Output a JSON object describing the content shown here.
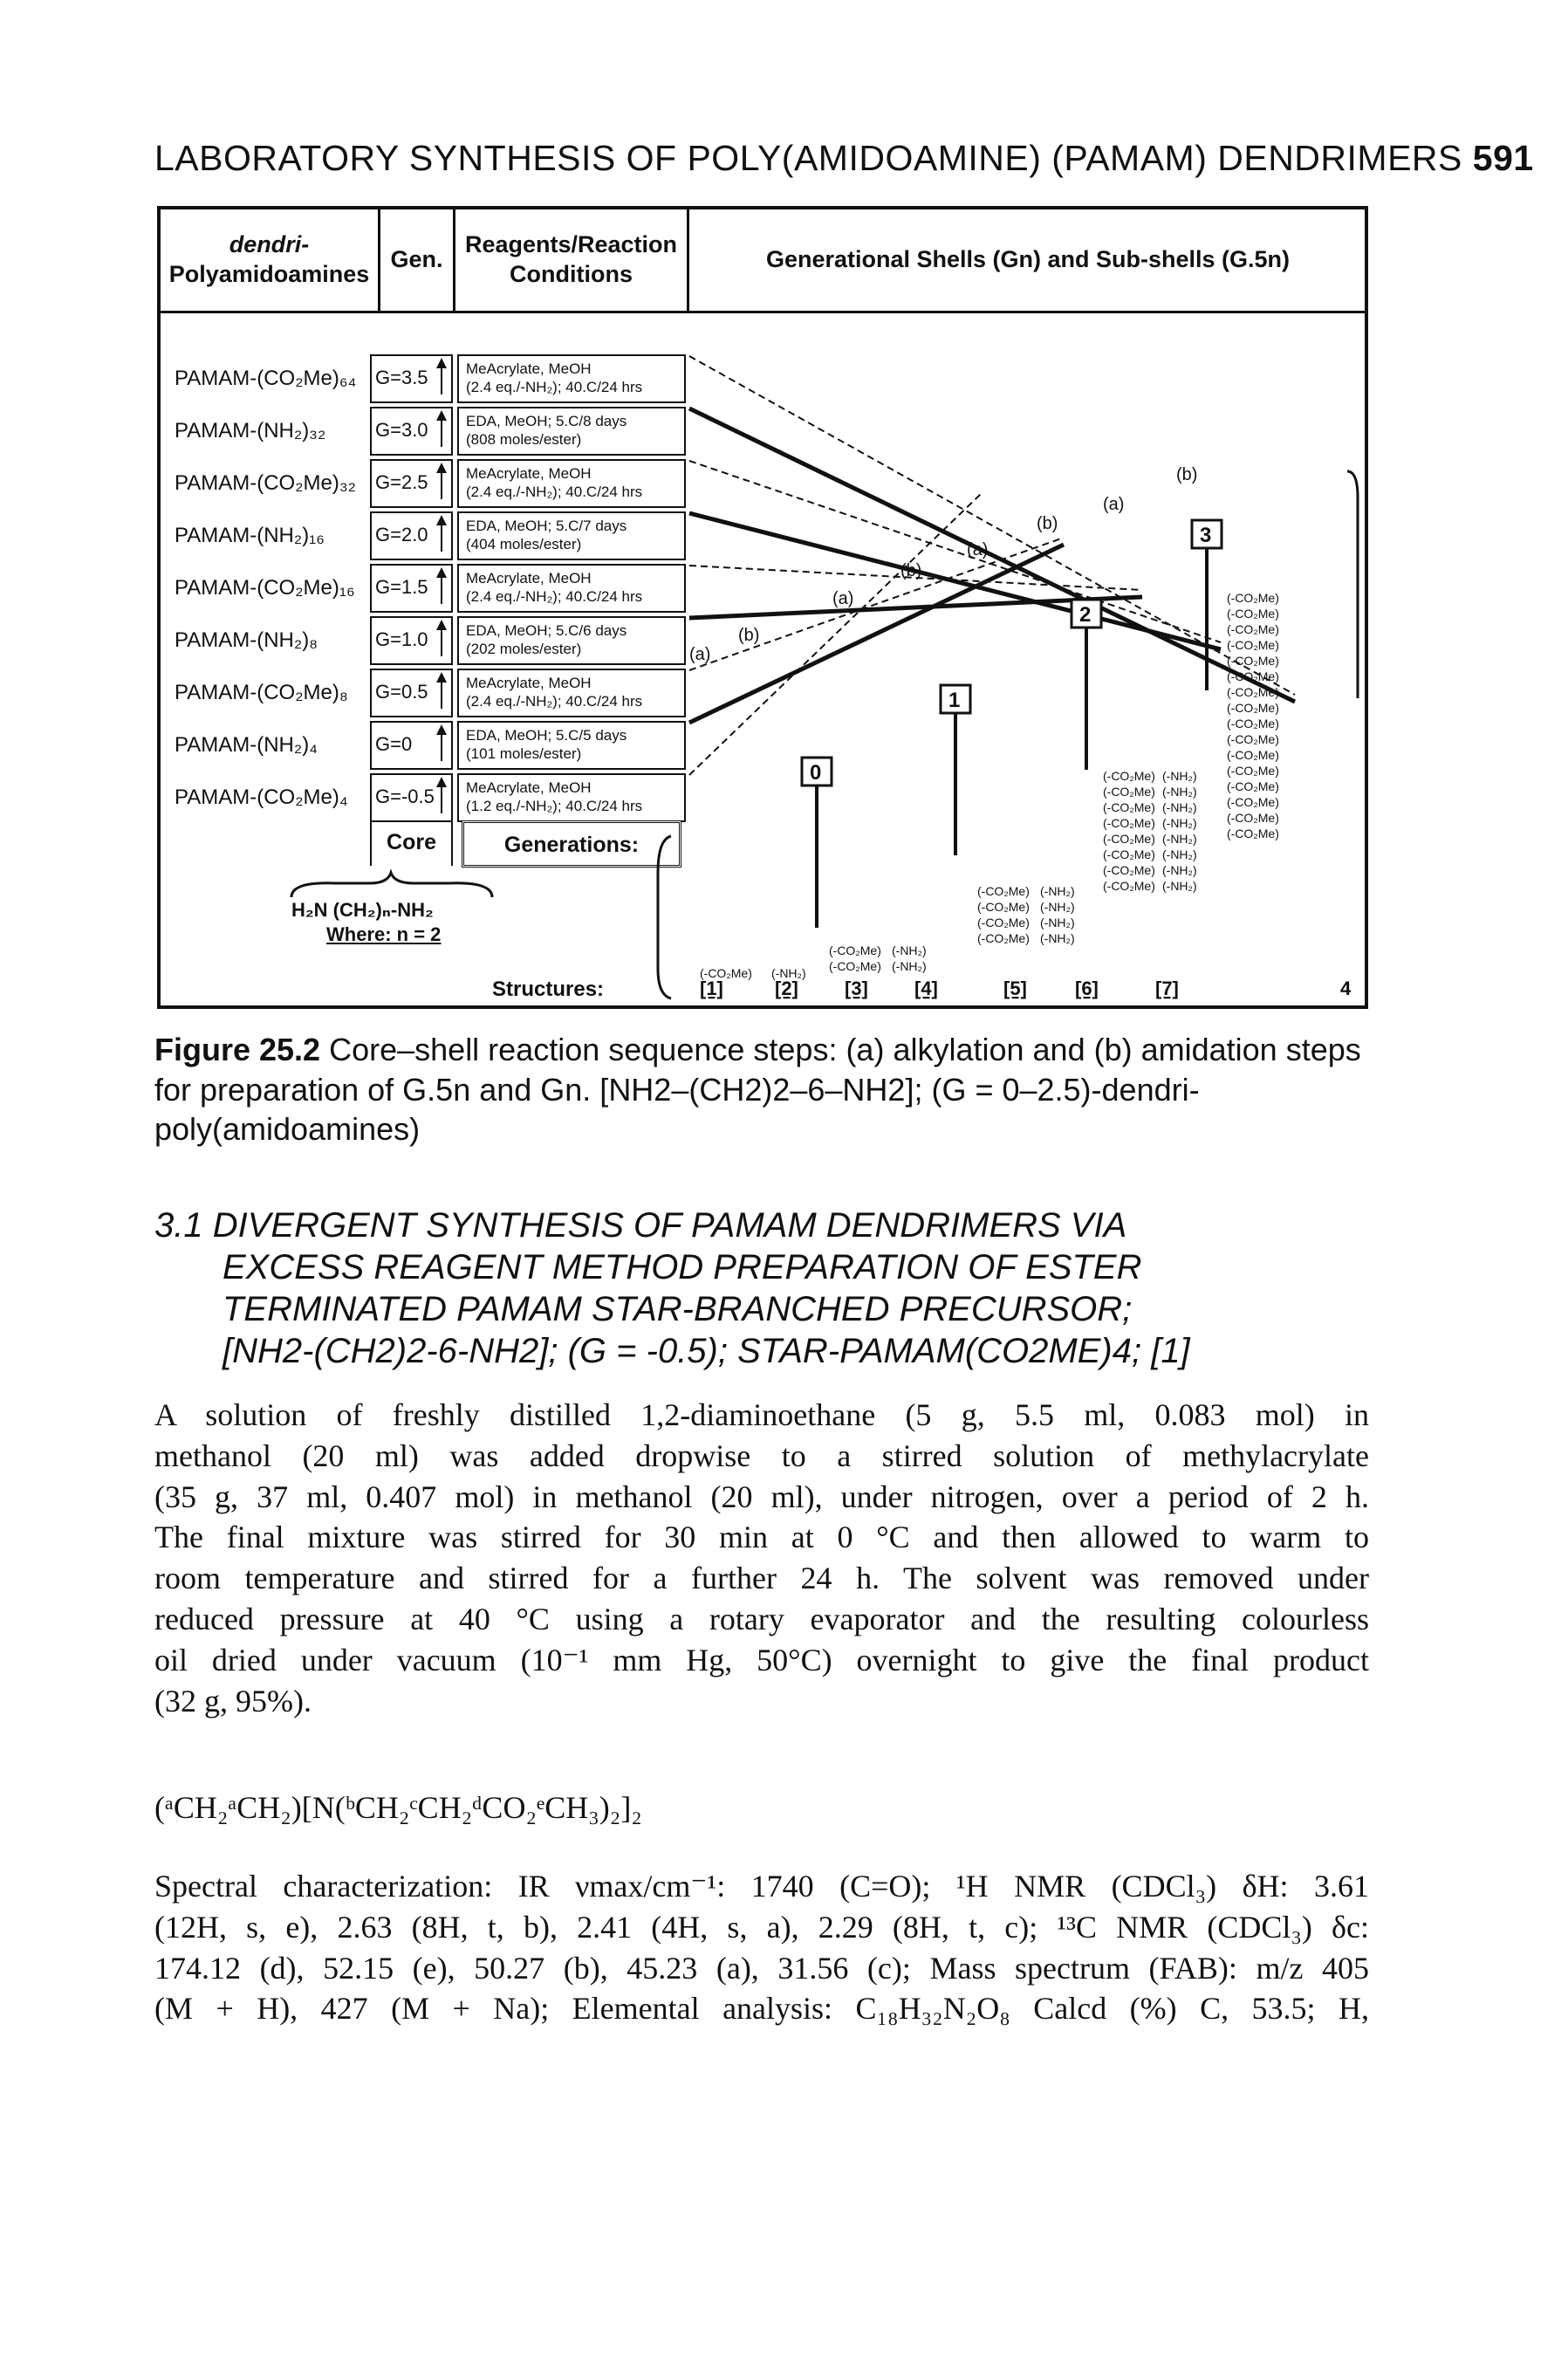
{
  "running_head": {
    "text": "LABORATORY SYNTHESIS OF POLY(AMIDOAMINE) (PAMAM) DENDRIMERS",
    "page_number": "591"
  },
  "figure": {
    "headers": {
      "col1_line1": "dendri-",
      "col1_line2": "Polyamidoamines",
      "col2": "Gen.",
      "col3_line1": "Reagents/Reaction",
      "col3_line2": "Conditions",
      "col4": "Generational Shells (Gn) and Sub-shells (G.5n)"
    },
    "rows": [
      {
        "name": "PAMAM-(CO₂Me)₆₄",
        "gen": "G=3.5",
        "cond1": "MeAcrylate, MeOH",
        "cond2": "(2.4 eq./-NH₂); 40.C/24 hrs"
      },
      {
        "name": "PAMAM-(NH₂)₃₂",
        "gen": "G=3.0",
        "cond1": "EDA, MeOH; 5.C/8 days",
        "cond2": "(808 moles/ester)"
      },
      {
        "name": "PAMAM-(CO₂Me)₃₂",
        "gen": "G=2.5",
        "cond1": "MeAcrylate, MeOH",
        "cond2": "(2.4 eq./-NH₂); 40.C/24 hrs"
      },
      {
        "name": "PAMAM-(NH₂)₁₆",
        "gen": "G=2.0",
        "cond1": "EDA, MeOH; 5.C/7 days",
        "cond2": "(404 moles/ester)"
      },
      {
        "name": "PAMAM-(CO₂Me)₁₆",
        "gen": "G=1.5",
        "cond1": "MeAcrylate, MeOH",
        "cond2": "(2.4 eq./-NH₂); 40.C/24 hrs"
      },
      {
        "name": "PAMAM-(NH₂)₈",
        "gen": "G=1.0",
        "cond1": "EDA, MeOH; 5.C/6 days",
        "cond2": "(202 moles/ester)"
      },
      {
        "name": "PAMAM-(CO₂Me)₈",
        "gen": "G=0.5",
        "cond1": "MeAcrylate, MeOH",
        "cond2": "(2.4 eq./-NH₂); 40.C/24 hrs"
      },
      {
        "name": "PAMAM-(NH₂)₄",
        "gen": "G=0",
        "cond1": "EDA, MeOH; 5.C/5 days",
        "cond2": "(101 moles/ester)"
      },
      {
        "name": "PAMAM-(CO₂Me)₄",
        "gen": "G=-0.5",
        "cond1": "MeAcrylate, MeOH",
        "cond2": "(1.2 eq./-NH₂); 40.C/24 hrs"
      }
    ],
    "core_label": "Core",
    "generations_label": "Generations:",
    "core_formula": "H₂N (CH₂)ₙ-NH₂",
    "core_where": "Where: n = 2",
    "structures_label": "Structures:",
    "structure_numbers": [
      "[1]",
      "[2]",
      "[3]",
      "[4]",
      "[5]",
      "[6]",
      "[7]"
    ],
    "gen_boxes": [
      "0",
      "1",
      "2",
      "3"
    ],
    "step_labels": {
      "a": "(a)",
      "b": "(b)"
    },
    "end_group_ester": "(-CO₂Me)",
    "end_group_amine": "(-NH₂)",
    "side_mark": "4"
  },
  "caption": {
    "label": "Figure 25.2",
    "text": "Core–shell reaction sequence steps: (a) alkylation and (b) amidation steps for preparation of G.5n and Gn. [NH2–(CH2)2–6–NH2]; (G = 0–2.5)-dendri-poly(amidoamines)"
  },
  "section": {
    "lines": [
      "3.1  DIVERGENT SYNTHESIS OF PAMAM DENDRIMERS VIA",
      "EXCESS REAGENT METHOD PREPARATION OF ESTER",
      "TERMINATED PAMAM STAR-BRANCHED PRECURSOR;",
      "[NH2-(CH2)2-6-NH2]; (G = -0.5); STAR-PAMAM(CO2ME)4; [1]"
    ]
  },
  "paragraph1": {
    "lines": [
      "A solution of freshly distilled 1,2-diaminoethane (5 g, 5.5 ml, 0.083 mol) in",
      "methanol (20 ml) was added dropwise to a stirred solution of methylacrylate",
      "(35 g, 37 ml, 0.407 mol) in methanol (20 ml), under nitrogen, over a period of 2 h.",
      "The final mixture was stirred for 30 min at 0 °C and then allowed to warm to",
      "room temperature and stirred for a further 24 h. The solvent was removed under",
      "reduced pressure at 40 °C using a rotary evaporator and the resulting colourless",
      "oil dried under vacuum (10⁻¹ mm Hg, 50°C) overnight to give the final product",
      "(32 g, 95%)."
    ]
  },
  "formula": "(ᵃCH₂ᵃCH₂)[N(ᵇCH₂ᶜCH₂ᵈCO₂ᵉCH₃)₂]₂",
  "paragraph2": {
    "lines": [
      "Spectral characterization: IR νmax/cm⁻¹: 1740 (C=O); ¹H NMR (CDCl₃) δH: 3.61",
      "(12H, s, e), 2.63 (8H, t, b), 2.41 (4H, s, a), 2.29 (8H, t, c); ¹³C NMR (CDCl₃) δc:",
      "174.12 (d), 52.15 (e), 50.27 (b), 45.23 (a), 31.56 (c); Mass spectrum (FAB): m/z 405",
      "(M + H), 427 (M + Na); Elemental analysis: C₁₈H₃₂N₂O₈ Calcd (%) C, 53.5; H,"
    ]
  }
}
